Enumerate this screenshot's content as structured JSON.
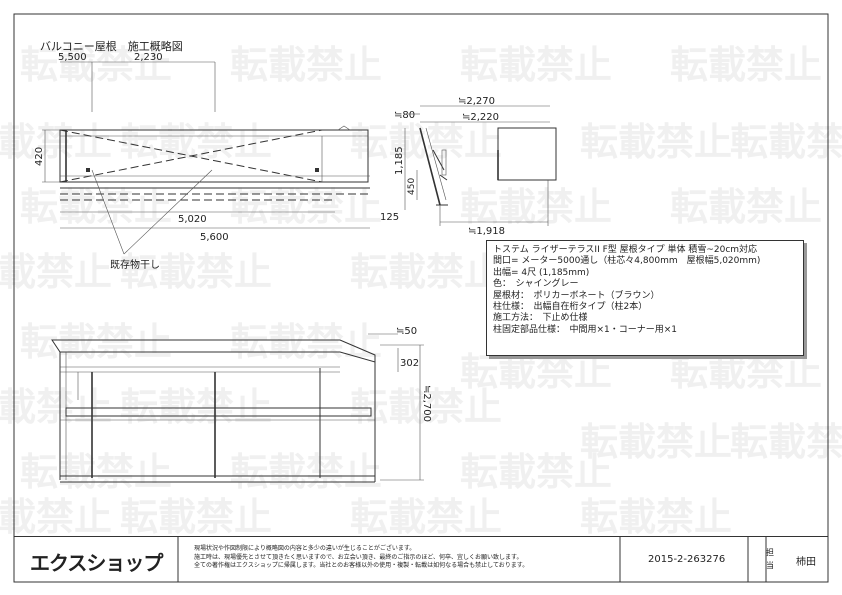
{
  "title": "バルコニー屋根　施工概略図",
  "watermark": "転載禁止",
  "dims": {
    "top_left": "5,500",
    "top_mid": "2,230",
    "left_height": "420",
    "width_inner": "5,020",
    "width_total": "5,600",
    "side_2270": "≒2,270",
    "side_80": "≒80",
    "side_2220": "≒2,220",
    "side_1185": "1,185",
    "side_450": "450",
    "side_125": "125",
    "side_1918": "≒1,918",
    "front_50": "≒50",
    "front_302": "302",
    "front_2700": "≒2,700"
  },
  "callout": "既存物干し",
  "spec": [
    "トステム ライザーテラスII F型 屋根タイプ 単体 積雪~20cm対応",
    "間口= メーター5000通し（柱芯々4,800mm　屋根幅5,020mm)",
    "出幅= 4尺 (1,185mm)",
    "色：　シャイングレー",
    "屋根材：　ポリカーボネート（ブラウン）",
    "柱仕様：　出幅自在桁タイプ（柱2本）",
    "施工方法：　下止め仕様",
    "柱固定部品仕様：　中間用×1・コーナー用×1"
  ],
  "footer": {
    "logo": "エクスショップ",
    "notes": [
      "現場状況や作図制限により概略図の内容と多少の違いが生じることがございます。",
      "施工時は、現場優先とさせて頂きたく思いますので、お立会い頂き、最終のご指示のほど、何卒、宜しくお願い致します。",
      "全ての著作権はエクスショップに帰属します。当社とのお客様以外の使用・複製・転載は如何なる場合も禁止しております。"
    ],
    "doc_no": "2015-2-263276",
    "tanto_label": "担当",
    "person": "杮田"
  }
}
